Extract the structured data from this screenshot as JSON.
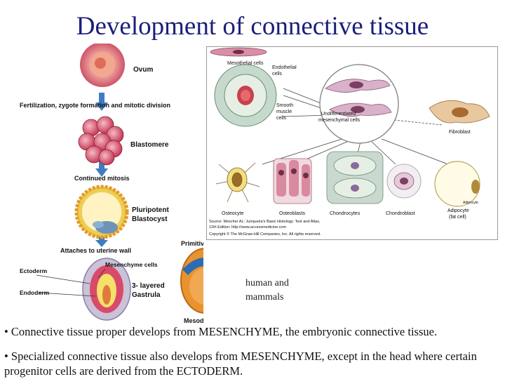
{
  "title": "Development of connective tissue",
  "left": {
    "ovum": "Ovum",
    "fertilization": "Fertilization, zygote formation and mitotic division",
    "blastomere": "Blastomere",
    "continued_mitosis": "Continued mitosis",
    "pluripotent_1": "Pluripotent",
    "pluripotent_2": "Blastocyst",
    "attaches": "Attaches to uterine wall",
    "mesenchyme_cells": "Mesenchyme cells",
    "ectoderm": "Ectoderm",
    "endoderm": "Endoderm",
    "gastrula_1": "3- layered",
    "gastrula_2": "Gastrula",
    "primitive_streak": "Primitive streak",
    "mesoderm": "Mesoderm"
  },
  "right": {
    "mesothelial": "Mesothelial cells",
    "endothelial_1": "Endothelial",
    "endothelial_2": "cells",
    "smooth_1": "Smooth",
    "smooth_2": "muscle",
    "smooth_3": "cells",
    "undiff_1": "Undifferentiated",
    "undiff_2": "mesenchymal cells",
    "fibroblast": "Fibroblast",
    "osteocyte": "Osteocyte",
    "osteoblasts": "Osteoblasts",
    "chondrocytes": "Chondrocytes",
    "chondroblast": "Chondroblast",
    "adipocyte_small": "Adipocyte",
    "adipocyte_1": "Adipocyte",
    "adipocyte_2": "(fat cell)",
    "source_1": "Source: Mescher AL: Junqueira's Basic Histology: Text and Atlas,",
    "source_2": "12th Edition: http://www.accessmedicine.com",
    "source_3": "Copyright © The McGraw-Hill Companies, Inc. All rights reserved."
  },
  "note": {
    "line1": "human and",
    "line2": "mammals"
  },
  "bullets": {
    "b1": "• Connective tissue proper develops from MESENCHYME, the embryonic connective tissue.",
    "b2": "• Specialized connective tissue also develops from MESENCHYME, except in the head where certain progenitor cells are derived from the ECTODERM."
  },
  "colors": {
    "title": "#1a1f7a",
    "arrow": "#3f7cc0",
    "cell_pink": "#d94a6a",
    "cell_yellow": "#f4e06a",
    "nucleus": "#b07a3a"
  }
}
